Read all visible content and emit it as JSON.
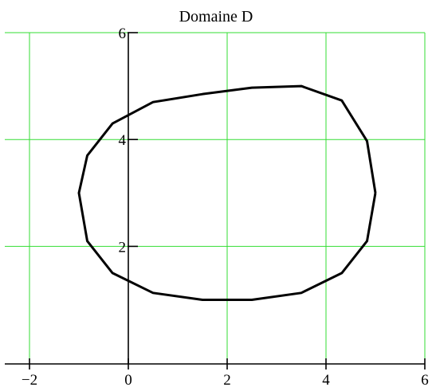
{
  "chart_data": {
    "type": "line",
    "title": "Domaine D",
    "xlabel": "",
    "ylabel": "",
    "xlim": [
      -2.5,
      6
    ],
    "ylim": [
      -0.2,
      6
    ],
    "x_ticks": [
      -2,
      0,
      2,
      4,
      6
    ],
    "y_ticks": [
      2,
      4,
      6
    ],
    "x_tick_labels": [
      "−2",
      "0",
      "2",
      "4",
      "6"
    ],
    "y_tick_labels": [
      "2",
      "4",
      "6"
    ],
    "grid": true,
    "colors": {
      "grid": "#33dd33",
      "curve": "#000000"
    },
    "series": [
      {
        "x": [
          5.0,
          4.83,
          4.32,
          3.5,
          2.5,
          1.5,
          0.5,
          -0.32,
          -0.83,
          -1.0,
          -0.83,
          -0.32,
          0.5,
          1.5,
          2.5,
          3.5,
          4.32,
          4.83,
          5.0
        ],
        "y": [
          3.0,
          3.97,
          4.73,
          5.0,
          4.97,
          4.85,
          4.7,
          4.3,
          3.7,
          3.0,
          2.1,
          1.5,
          1.13,
          1.0,
          1.0,
          1.13,
          1.5,
          2.1,
          3.0
        ]
      }
    ]
  }
}
